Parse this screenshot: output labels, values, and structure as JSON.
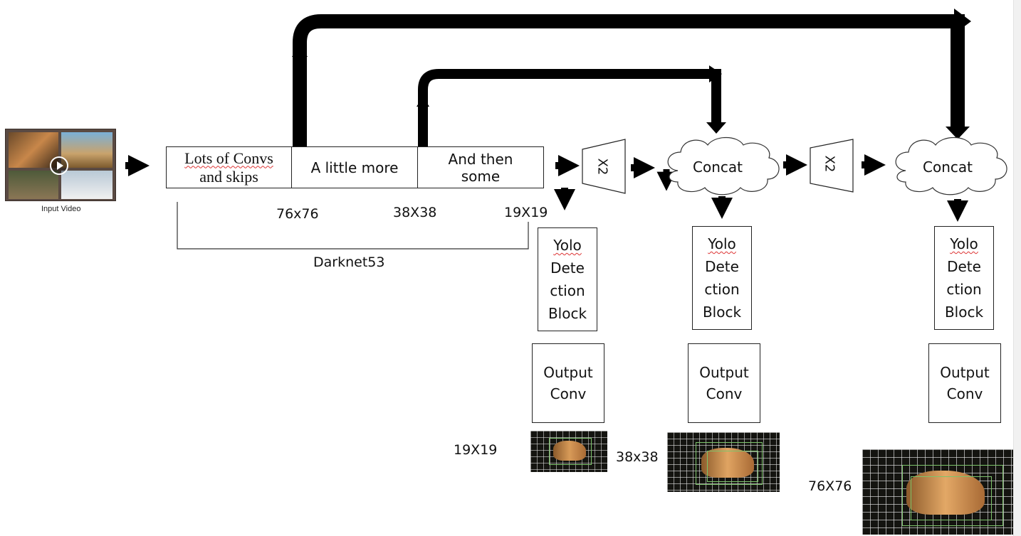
{
  "input": {
    "caption": "Input Video"
  },
  "darknet": {
    "blocks": [
      {
        "line1": "Lots of Convs",
        "line2": "and skips"
      },
      {
        "text": "A little more"
      },
      {
        "line1": "And then",
        "line2": "some"
      }
    ],
    "scales": [
      "76x76",
      "38X38",
      "19X19"
    ],
    "label": "Darknet53"
  },
  "upsample": [
    "X2",
    "X2"
  ],
  "concat": [
    "Concat",
    "Concat"
  ],
  "detection_blocks": [
    {
      "yolo": "Yolo",
      "rest": "Dete\nction\nBlock",
      "output": "Output\nConv"
    },
    {
      "yolo": "Yolo",
      "rest": "Dete\nction\nBlock",
      "output": "Output\nConv"
    },
    {
      "yolo": "Yolo",
      "rest": "Dete\nction\nBlock",
      "output": "Output\nConv"
    }
  ],
  "outputs": [
    "19X19",
    "38x38",
    "76X76"
  ],
  "colors": {
    "arrow": "#000000",
    "box_border": "#222222",
    "detection_box": "#7dc46b",
    "grid": "#e8e8e8"
  }
}
